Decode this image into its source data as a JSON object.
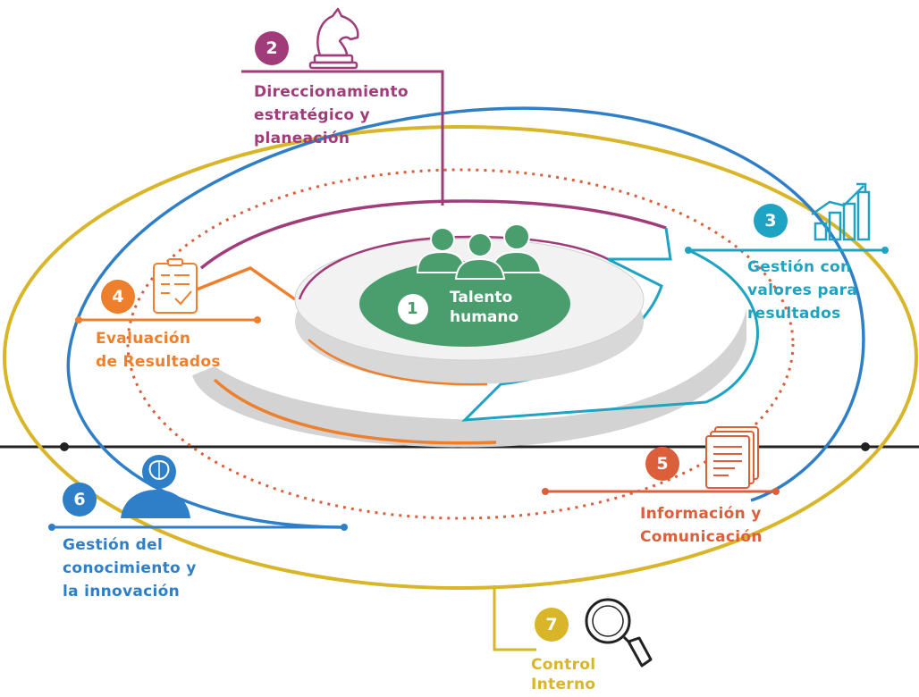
{
  "colors": {
    "talento": "#4a9e6e",
    "direccionamiento": "#a03c7a",
    "gestion_valores": "#1fa3c2",
    "evaluacion": "#ee7f2d",
    "informacion": "#dc5f3c",
    "conocimiento": "#2f7fc8",
    "control": "#d9b52a",
    "platform": "#d3d3d3",
    "axis": "#222222"
  },
  "nodes": [
    {
      "id": "talento",
      "number": "1",
      "label": "Talento humano",
      "lines": [
        "Talento",
        "humano"
      ],
      "icon": "people-group-icon"
    },
    {
      "id": "direccionamiento",
      "number": "2",
      "label": "Direccionamiento estratégico y planeación",
      "lines": [
        "Direccionamiento",
        "estratégico y",
        "planeación"
      ],
      "icon": "chess-knight-icon"
    },
    {
      "id": "gestion_valores",
      "number": "3",
      "label": "Gestión con valores para resultados",
      "lines": [
        "Gestión con",
        "valores para",
        "resultados"
      ],
      "icon": "growth-chart-icon"
    },
    {
      "id": "evaluacion",
      "number": "4",
      "label": "Evaluación de Resultados",
      "lines": [
        "Evaluación",
        "de Resultados"
      ],
      "icon": "checklist-clipboard-icon"
    },
    {
      "id": "informacion",
      "number": "5",
      "label": "Información y Comunicación",
      "lines": [
        "Información y",
        "Comunicación"
      ],
      "icon": "documents-stack-icon"
    },
    {
      "id": "conocimiento",
      "number": "6",
      "label": "Gestión del conocimiento y la innovación",
      "lines": [
        "Gestión del",
        "conocimiento y",
        "la innovación"
      ],
      "icon": "person-brain-icon"
    },
    {
      "id": "control",
      "number": "7",
      "label": "Control Interno",
      "lines": [
        "Control",
        "Interno"
      ],
      "icon": "magnifier-icon"
    }
  ]
}
